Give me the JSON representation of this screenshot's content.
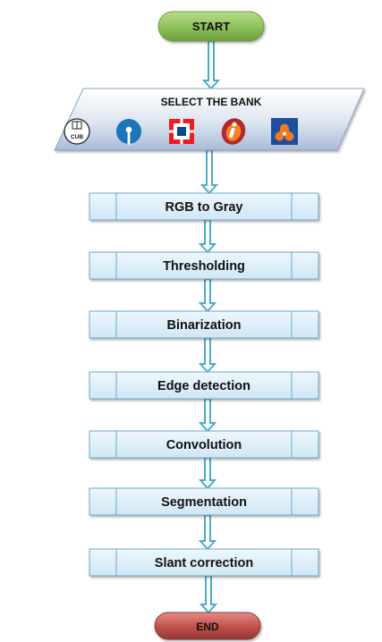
{
  "start": {
    "label": "START"
  },
  "input": {
    "label": "SELECT THE BANK",
    "logos": [
      {
        "icon": "cub-logo-icon",
        "text": "CUB"
      },
      {
        "icon": "sbi-logo-icon"
      },
      {
        "icon": "hdfc-logo-icon"
      },
      {
        "icon": "icici-logo-icon"
      },
      {
        "icon": "bank-of-baroda-logo-icon"
      }
    ]
  },
  "steps": [
    {
      "label": "RGB to Gray"
    },
    {
      "label": "Thresholding"
    },
    {
      "label": "Binarization"
    },
    {
      "label": "Edge detection"
    },
    {
      "label": "Convolution"
    },
    {
      "label": "Segmentation"
    },
    {
      "label": "Slant correction"
    }
  ],
  "end": {
    "label": "END"
  },
  "colors": {
    "start_fill": "#8cbf5a",
    "end_fill": "#c0504d",
    "process_fill": "#dbeef8",
    "process_stroke": "#6aa9cf",
    "arrow": "#4bacc6",
    "parallelogram_top": "#ffffff",
    "parallelogram_bottom": "#a8bbd6"
  }
}
